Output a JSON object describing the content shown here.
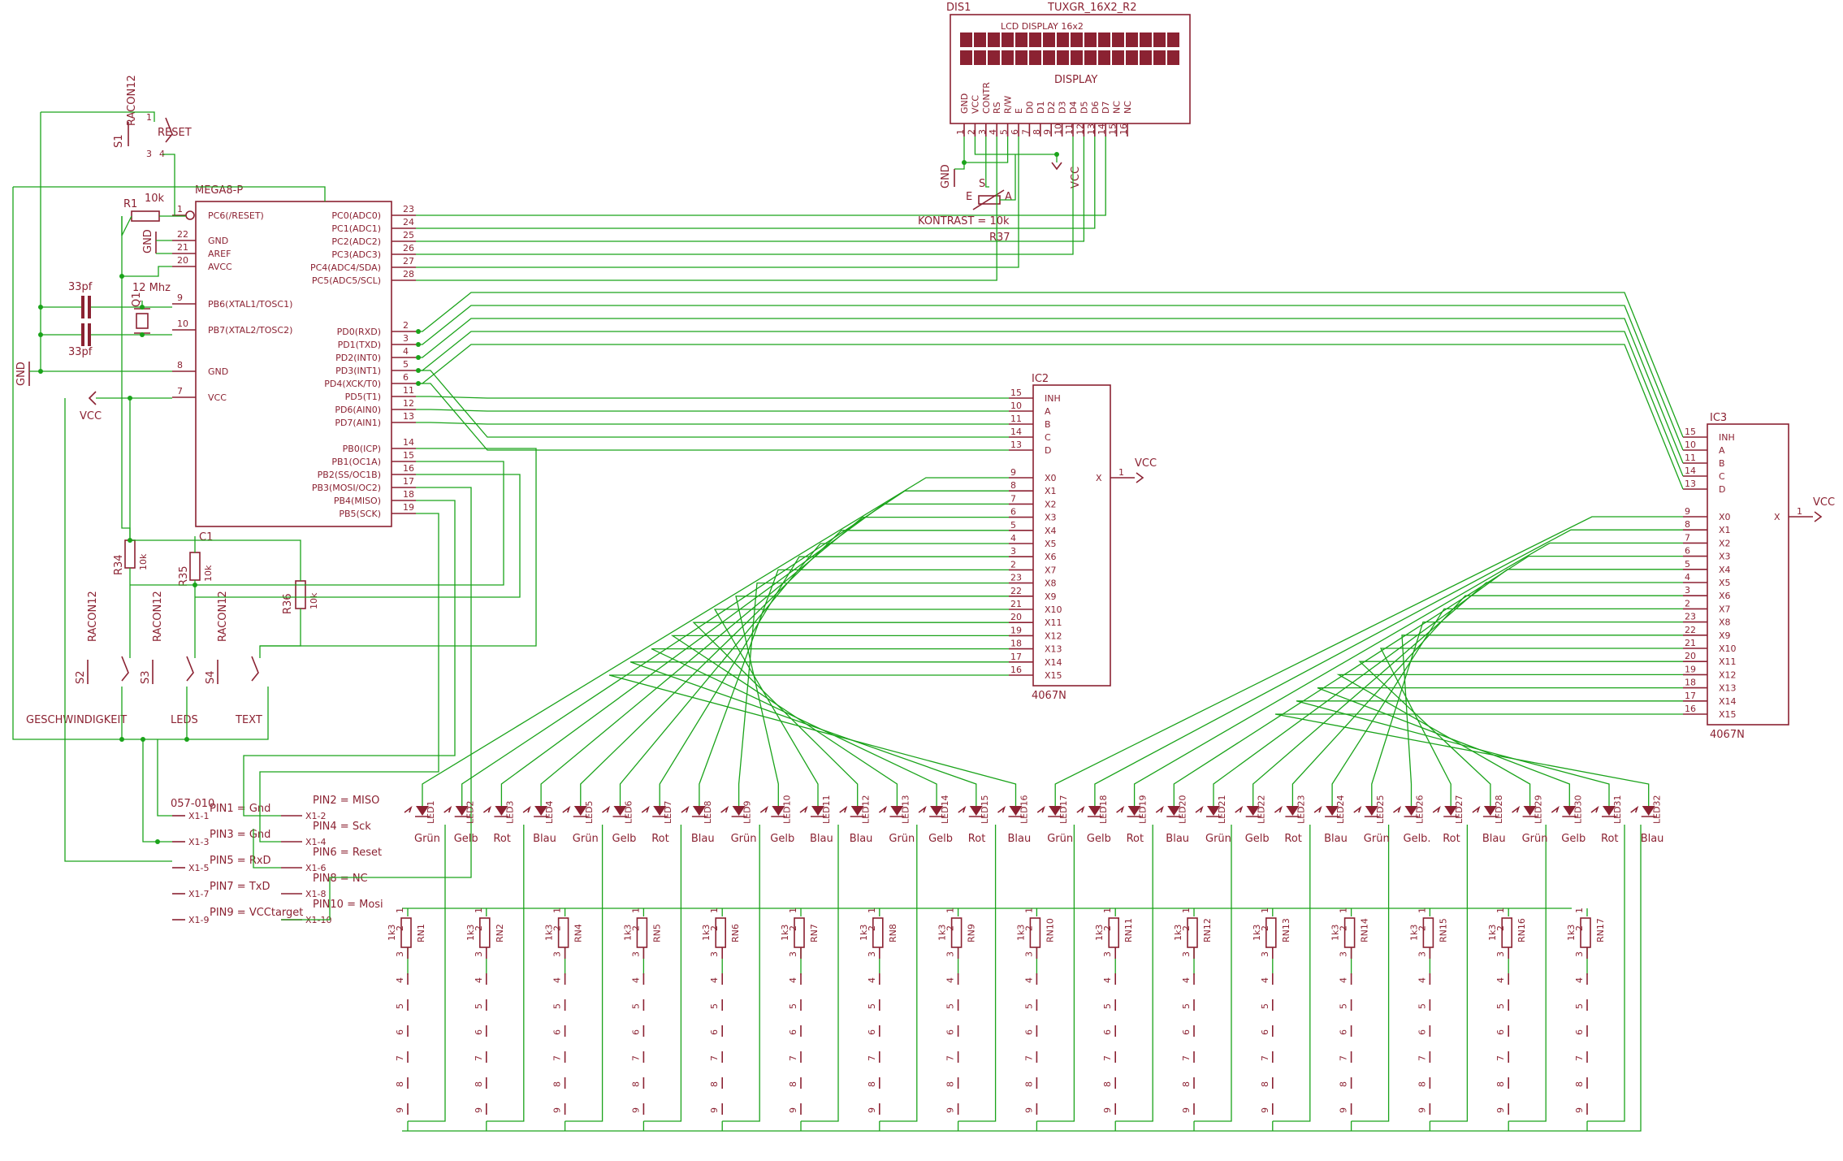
{
  "display": {
    "name": "DIS1",
    "value": "TUXGR_16X2_R2",
    "title": "LCD DISPLAY 16x2",
    "inner": "DISPLAY",
    "pins": [
      "GND",
      "VCC",
      "CONTR",
      "RS",
      "R/W",
      "E",
      "D0",
      "D1",
      "D2",
      "D3",
      "D4",
      "D5",
      "D6",
      "D7",
      "NC",
      "NC"
    ]
  },
  "mcu": {
    "name": "MEGA8-P",
    "left_pins": [
      {
        "num": "1",
        "name": "PC6(/RESET)"
      },
      {
        "num": "22",
        "name": "GND"
      },
      {
        "num": "21",
        "name": "AREF"
      },
      {
        "num": "20",
        "name": "AVCC"
      },
      {
        "num": "9",
        "name": "PB6(XTAL1/TOSC1)"
      },
      {
        "num": "10",
        "name": "PB7(XTAL2/TOSC2)"
      },
      {
        "num": "8",
        "name": "GND"
      },
      {
        "num": "7",
        "name": "VCC"
      }
    ],
    "right_pins": [
      {
        "num": "23",
        "name": "PC0(ADC0)"
      },
      {
        "num": "24",
        "name": "PC1(ADC1)"
      },
      {
        "num": "25",
        "name": "PC2(ADC2)"
      },
      {
        "num": "26",
        "name": "PC3(ADC3)"
      },
      {
        "num": "27",
        "name": "PC4(ADC4/SDA)"
      },
      {
        "num": "28",
        "name": "PC5(ADC5/SCL)"
      },
      {
        "num": "2",
        "name": "PD0(RXD)"
      },
      {
        "num": "3",
        "name": "PD1(TXD)"
      },
      {
        "num": "4",
        "name": "PD2(INT0)"
      },
      {
        "num": "5",
        "name": "PD3(INT1)"
      },
      {
        "num": "6",
        "name": "PD4(XCK/T0)"
      },
      {
        "num": "11",
        "name": "PD5(T1)"
      },
      {
        "num": "12",
        "name": "PD6(AIN0)"
      },
      {
        "num": "13",
        "name": "PD7(AIN1)"
      },
      {
        "num": "14",
        "name": "PB0(ICP)"
      },
      {
        "num": "15",
        "name": "PB1(OC1A)"
      },
      {
        "num": "16",
        "name": "PB2(SS/OC1B)"
      },
      {
        "num": "17",
        "name": "PB3(MOSI/OC2)"
      },
      {
        "num": "18",
        "name": "PB4(MISO)"
      },
      {
        "num": "19",
        "name": "PB5(SCK)"
      }
    ]
  },
  "mux": {
    "ic2_name": "IC2",
    "ic3_name": "IC3",
    "value": "4067N",
    "control_pins": [
      {
        "num": "15",
        "name": "INH"
      },
      {
        "num": "10",
        "name": "A"
      },
      {
        "num": "11",
        "name": "B"
      },
      {
        "num": "14",
        "name": "C"
      },
      {
        "num": "13",
        "name": "D"
      }
    ],
    "channel_pins": [
      {
        "num": "9",
        "name": "X0"
      },
      {
        "num": "8",
        "name": "X1"
      },
      {
        "num": "7",
        "name": "X2"
      },
      {
        "num": "6",
        "name": "X3"
      },
      {
        "num": "5",
        "name": "X4"
      },
      {
        "num": "4",
        "name": "X5"
      },
      {
        "num": "3",
        "name": "X6"
      },
      {
        "num": "2",
        "name": "X7"
      },
      {
        "num": "23",
        "name": "X8"
      },
      {
        "num": "22",
        "name": "X9"
      },
      {
        "num": "21",
        "name": "X10"
      },
      {
        "num": "20",
        "name": "X11"
      },
      {
        "num": "19",
        "name": "X12"
      },
      {
        "num": "18",
        "name": "X13"
      },
      {
        "num": "17",
        "name": "X14"
      },
      {
        "num": "16",
        "name": "X15"
      }
    ],
    "out_pin_name": "X",
    "out_pin_num": "1",
    "out_net": "VCC"
  },
  "labels": {
    "gnd": "GND",
    "vcc": "VCC",
    "reset": "RESET",
    "racon": "RACON12",
    "s1": "S1",
    "s2": "S2",
    "s3": "S3",
    "s4": "S4",
    "geschwindigkeit": "GESCHWINDIGKEIT",
    "leds": "LEDS",
    "text": "TEXT",
    "r1": "R1",
    "r1_value": "10k",
    "r34": "R34",
    "r35": "R35",
    "r36": "R36",
    "r37": "R37",
    "c1": "C1",
    "r_value": "10k",
    "cap_value": "33pf",
    "crystal": "Q1",
    "crystal_value": "12 Mhz",
    "kontrast": "KONTRAST = 10k",
    "pot_e": "E",
    "pot_s": "S",
    "pot_a": "A",
    "connector": "057-010",
    "pin_num_1": "1",
    "pin_num_2": "2",
    "pin_num_3": "3",
    "pin_num_4": "4"
  },
  "isp": {
    "pins_left": [
      {
        "text": "PIN1 = Gnd",
        "pin": "X1-1"
      },
      {
        "text": "PIN3 = Gnd",
        "pin": "X1-3"
      },
      {
        "text": "PIN5 = RxD",
        "pin": "X1-5"
      },
      {
        "text": "PIN7 = TxD",
        "pin": "X1-7"
      },
      {
        "text": "PIN9 = VCCtarget",
        "pin": "X1-9"
      }
    ],
    "pins_right": [
      {
        "text": "PIN2 = MISO",
        "pin": "X1-2"
      },
      {
        "text": "PIN4 = Sck",
        "pin": "X1-4"
      },
      {
        "text": "PIN6 = Reset",
        "pin": "X1-6"
      },
      {
        "text": "PIN8 = NC",
        "pin": "X1-8"
      },
      {
        "text": "PIN10 = Mosi",
        "pin": "X1-10"
      }
    ]
  },
  "leds": [
    {
      "name": "LED1",
      "color": "Grün"
    },
    {
      "name": "LED2",
      "color": "Gelb"
    },
    {
      "name": "LED3",
      "color": "Rot"
    },
    {
      "name": "LED4",
      "color": "Blau"
    },
    {
      "name": "LED5",
      "color": "Grün"
    },
    {
      "name": "LED6",
      "color": "Gelb"
    },
    {
      "name": "LED7",
      "color": "Rot"
    },
    {
      "name": "LED8",
      "color": "Blau"
    },
    {
      "name": "LED9",
      "color": "Grün"
    },
    {
      "name": "LED10",
      "color": "Gelb"
    },
    {
      "name": "LED11",
      "color": "Blau"
    },
    {
      "name": "LED12",
      "color": "Blau"
    },
    {
      "name": "LED13",
      "color": "Grün"
    },
    {
      "name": "LED14",
      "color": "Gelb"
    },
    {
      "name": "LED15",
      "color": "Rot"
    },
    {
      "name": "LED16",
      "color": "Blau"
    },
    {
      "name": "LED17",
      "color": "Grün"
    },
    {
      "name": "LED18",
      "color": "Gelb"
    },
    {
      "name": "LED19",
      "color": "Rot"
    },
    {
      "name": "LED20",
      "color": "Blau"
    },
    {
      "name": "LED21",
      "color": "Grün"
    },
    {
      "name": "LED22",
      "color": "Gelb"
    },
    {
      "name": "LED23",
      "color": "Rot"
    },
    {
      "name": "LED24",
      "color": "Blau"
    },
    {
      "name": "LED25",
      "color": "Grün"
    },
    {
      "name": "LED26",
      "color": "Gelb."
    },
    {
      "name": "LED27",
      "color": "Rot"
    },
    {
      "name": "LED28",
      "color": "Blau"
    },
    {
      "name": "LED29",
      "color": "Grün"
    },
    {
      "name": "LED30",
      "color": "Gelb"
    },
    {
      "name": "LED31",
      "color": "Rot"
    },
    {
      "name": "LED32",
      "color": "Blau"
    }
  ],
  "resistor_networks": {
    "names": [
      "RN1",
      "RN2",
      "RN4",
      "RN5",
      "RN6",
      "RN7",
      "RN8",
      "RN9",
      "RN10",
      "RN11",
      "RN12",
      "RN13",
      "RN14",
      "RN15",
      "RN16",
      "RN17"
    ],
    "value": "1k3",
    "pins": [
      "1",
      "2",
      "3",
      "4",
      "5",
      "6",
      "7",
      "8",
      "9"
    ]
  },
  "colors": {
    "wire": "#1aa31a",
    "part": "#8b2232",
    "background": "#ffffff"
  }
}
